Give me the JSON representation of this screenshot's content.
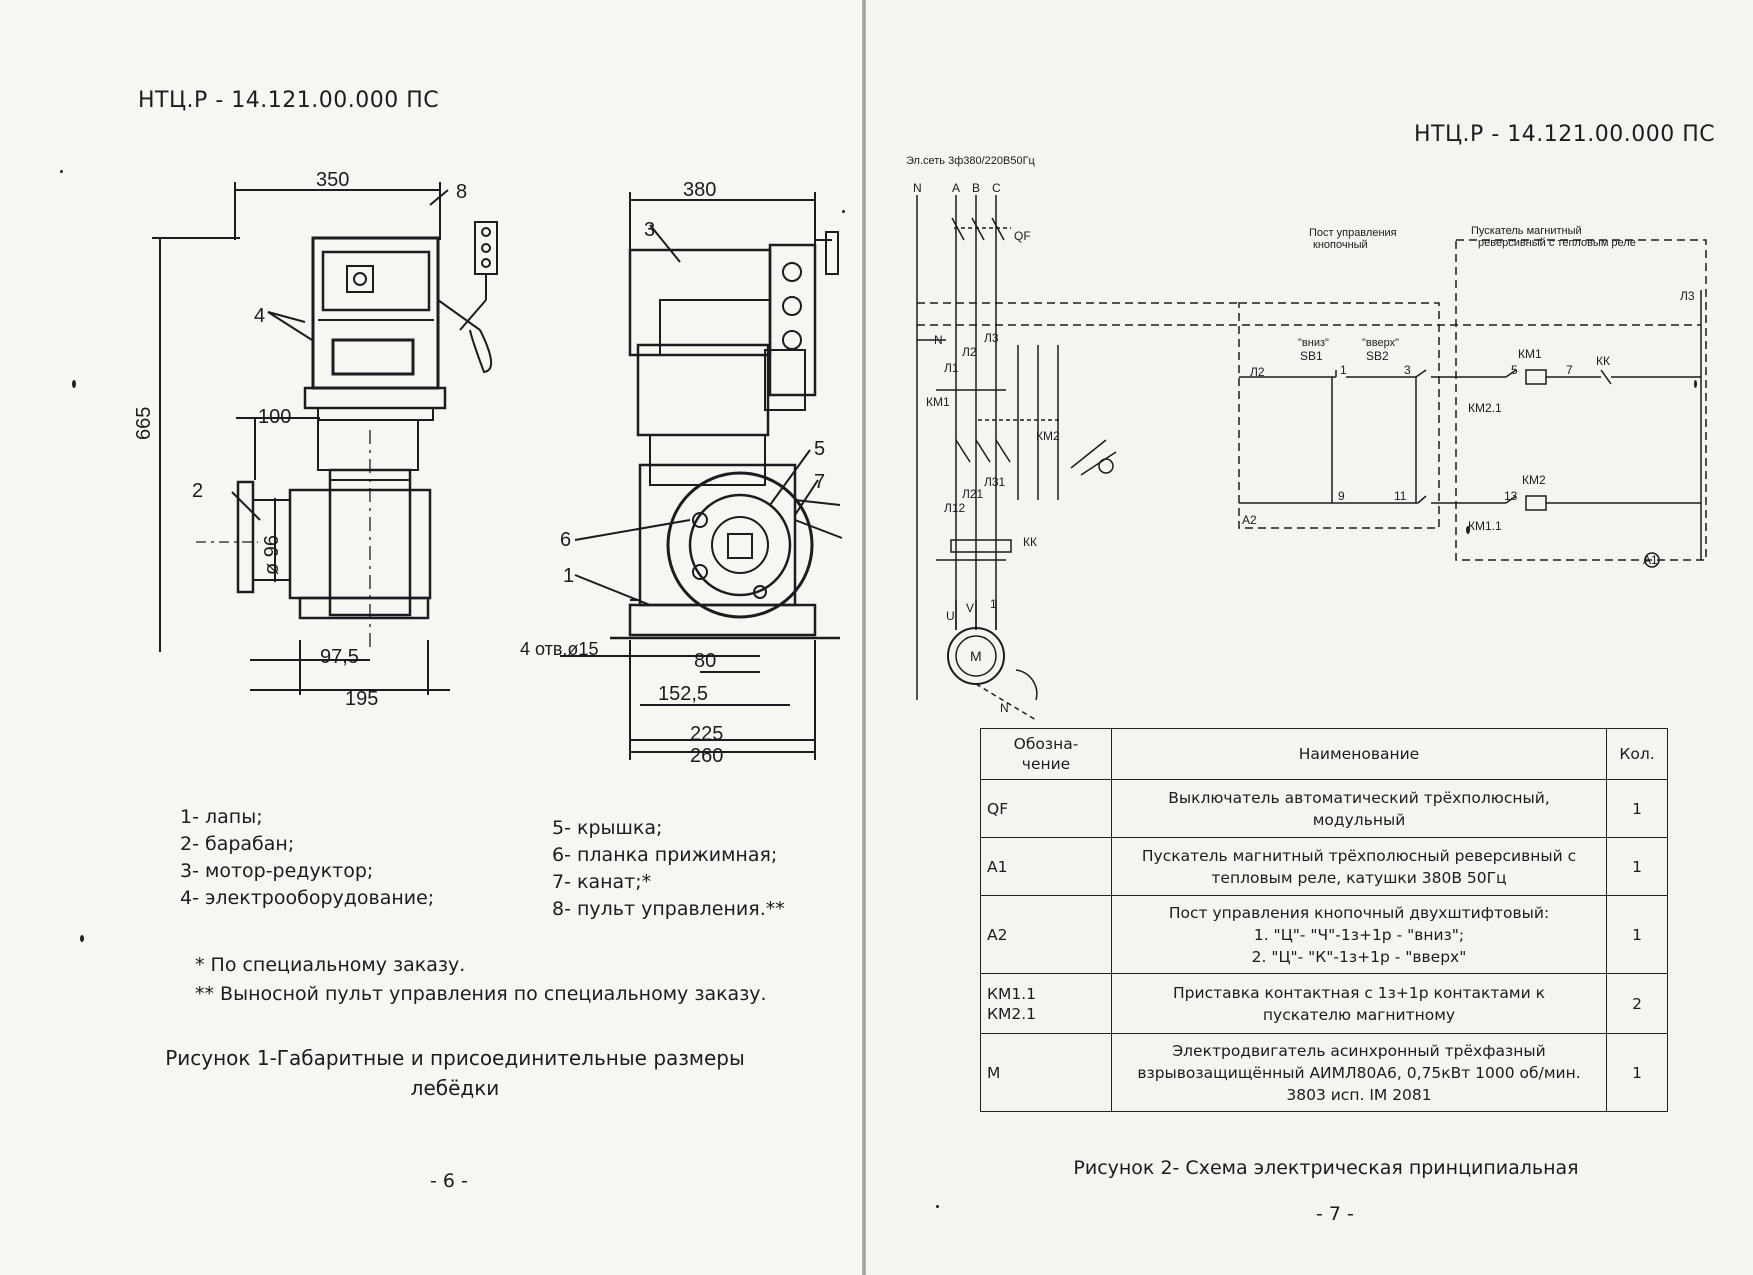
{
  "left_page": {
    "doc_code": "НТЦ.Р - 14.121.00.000 ПС",
    "dimensions": {
      "d350": "350",
      "d8": "8",
      "d380": "380",
      "d3": "3",
      "d4": "4",
      "d665": "665",
      "d100": "100",
      "d2": "2",
      "d96": "ø 96",
      "d5": "5",
      "d7": "7",
      "d6": "6",
      "d1": "1",
      "d97_5": "97,5",
      "d195": "195",
      "holes": "4 отв.ø15",
      "d80": "80",
      "d152_5": "152,5",
      "d225": "225",
      "d260": "260"
    },
    "legend_col1": [
      "1- лапы;",
      "2- барабан;",
      "3- мотор-редуктор;",
      "4- электрооборудование;"
    ],
    "legend_col2": [
      "5- крышка;",
      "6- планка прижимная;",
      "7- канат;*",
      "8- пульт управления.**"
    ],
    "note1": "* По специальному заказу.",
    "note2": "** Выносной пульт управления по специальному заказу.",
    "caption_line1": "Рисунок 1-Габаритные и присоединительные размеры",
    "caption_line2": "лебёдки",
    "page_number": "- 6 -"
  },
  "right_page": {
    "doc_code": "НТЦ.Р - 14.121.00.000 ПС",
    "schematic": {
      "mains": "Эл.сеть 3ф380/220В50Гц",
      "phase_n": "N",
      "phase_a": "A",
      "phase_b": "B",
      "phase_c": "C",
      "qf": "QF",
      "post_label_1": "Пост управления",
      "post_label_2": "кнопочный",
      "starter_label_1": "Пускатель магнитный",
      "starter_label_2": "реверсивный с тепловым реле",
      "l3_right": "Л3",
      "n_left": "N",
      "l1": "Л1",
      "l2": "Л2",
      "l3": "Л3",
      "km1_left": "КМ1",
      "km2_left": "КМ2",
      "l31": "Л31",
      "l21": "Л21",
      "l12": "Л12",
      "kk_left": "КК",
      "l2_mid": "Л2",
      "vniz": "\"вниз\"",
      "sb1": "SB1",
      "vverh": "\"вверх\"",
      "sb2": "SB2",
      "n1": "1",
      "n3": "3",
      "n9": "9",
      "n11": "11",
      "km1_coil": "КМ1",
      "n5": "5",
      "n7": "7",
      "kk_right": "КК",
      "km21": "КМ2.1",
      "km2_coil": "КМ2",
      "n13": "13",
      "km11": "КМ1.1",
      "a2": "A2",
      "a1": "A1",
      "u": "U",
      "v": "V",
      "w": "1",
      "motor": "M",
      "n_bottom": "N"
    },
    "table": {
      "headers": {
        "code": [
          "Обозна-",
          "чение"
        ],
        "name": "Наименование",
        "qty": "Кол."
      },
      "rows": [
        {
          "code": [
            "QF"
          ],
          "name": [
            "Выключатель автоматический трёхполюсный,",
            "модульный"
          ],
          "qty": "1"
        },
        {
          "code": [
            "A1"
          ],
          "name": [
            "Пускатель магнитный трёхполюсный  реверсивный с",
            "тепловым реле, катушки 380В 50Гц"
          ],
          "qty": "1"
        },
        {
          "code": [
            "A2"
          ],
          "name": [
            "Пост управления кнопочный двухштифтовый:",
            "1. \"Ц\"- \"Ч\"-1з+1р - \"вниз\";",
            "2. \"Ц\"- \"К\"-1з+1р - \"вверх\""
          ],
          "qty": "1"
        },
        {
          "code": [
            "КМ1.1",
            "КМ2.1"
          ],
          "name": [
            "Приставка контактная  с 1з+1р контактами к",
            "пускателю магнитному"
          ],
          "qty": "2"
        },
        {
          "code": [
            "M"
          ],
          "name": [
            "Электродвигатель асинхронный трёхфазный",
            "взрывозащищённый АИМЛ80А6, 0,75кВт 1000 об/мин.",
            "3803 исп. IM 2081"
          ],
          "qty": "1"
        }
      ]
    },
    "caption": "Рисунок 2- Схема электрическая принципиальная",
    "page_number": "- 7 -"
  }
}
